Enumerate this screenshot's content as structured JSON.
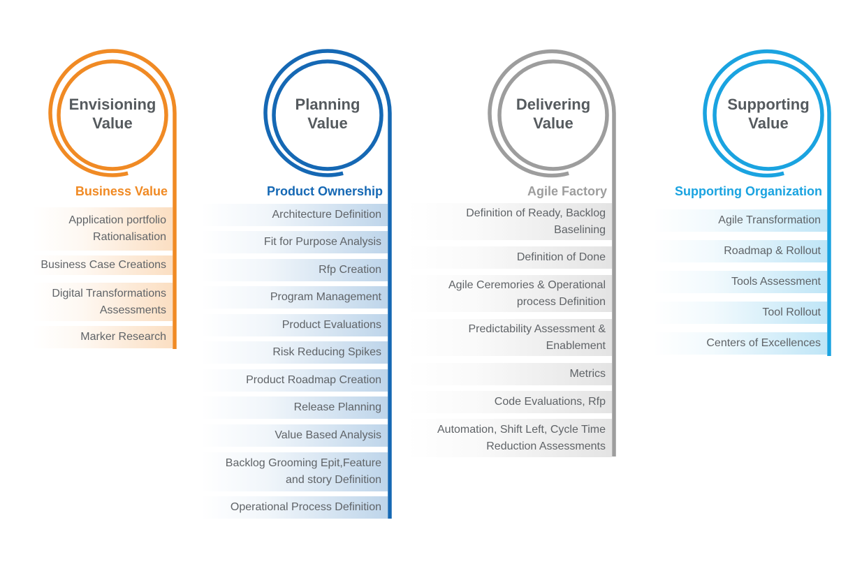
{
  "colors": {
    "orange": "#f08a24",
    "dark_blue": "#1568b4",
    "gray": "#9d9d9d",
    "light_blue": "#1aa3e0"
  },
  "columns": [
    {
      "id": "envisioning",
      "title": "Envisioning\nValue",
      "heading": "Business Value",
      "color": "#f08a24",
      "items": [
        "Application portfolio Rationalisation",
        "Business Case Creations",
        "Digital Transformations Assessments",
        "Marker Research"
      ]
    },
    {
      "id": "planning",
      "title": "Planning\nValue",
      "heading": "Product Ownership",
      "color": "#1568b4",
      "items": [
        "Architecture Definition",
        "Fit for Purpose Analysis",
        "Rfp Creation",
        "Program Management",
        "Product Evaluations",
        "Risk Reducing Spikes",
        "Product Roadmap Creation",
        "Release Planning",
        "Value Based Analysis",
        "Backlog Grooming Epit,Feature and story Definition",
        "Operational Process Definition"
      ]
    },
    {
      "id": "delivering",
      "title": "Delivering\nValue",
      "heading": "Agile Factory",
      "color": "#9d9d9d",
      "items": [
        "Definition of Ready, Backlog Baselining",
        "Definition of Done",
        "Agile Ceremories & Operational process Definition",
        "Predictability Assessment & Enablement",
        "Metrics",
        "Code Evaluations, Rfp",
        "Automation, Shift Left, Cycle Time Reduction Assessments"
      ]
    },
    {
      "id": "supporting",
      "title": "Supporting\nValue",
      "heading": "Supporting Organization",
      "color": "#1aa3e0",
      "items": [
        "Agile Transformation",
        "Roadmap & Rollout",
        "Tools Assessment",
        "Tool Rollout",
        "Centers of Excellences"
      ]
    }
  ]
}
